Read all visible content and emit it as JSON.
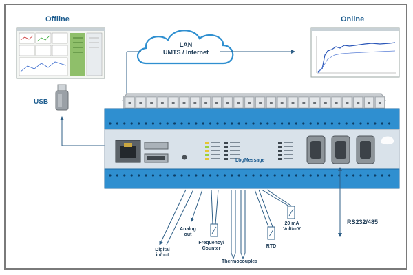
{
  "labels": {
    "offline": "Offline",
    "online": "Online",
    "usb": "USB",
    "cloud_line1": "LAN",
    "cloud_line2": "UMTS / Internet",
    "device_name": "LogMessage",
    "rs": "RS232/485",
    "analog_out_1": "Analog",
    "analog_out_2": "out",
    "digital_1": "Digital",
    "digital_2": "in/out",
    "freq_1": "Frequency/",
    "freq_2": "Counter",
    "thermo": "Thermocouples",
    "rtd": "RTD",
    "ma_1": "20 mA",
    "ma_2": "Volt/mV"
  },
  "colors": {
    "accent_blue": "#1e5d8f",
    "device_blue": "#2f8fd0",
    "device_light": "#d9e2ea",
    "cloud_blue": "#2f8fd0"
  },
  "icons": [
    "usb-stick-icon",
    "cloud-icon",
    "ethernet-port-icon",
    "serial-port-icon"
  ]
}
